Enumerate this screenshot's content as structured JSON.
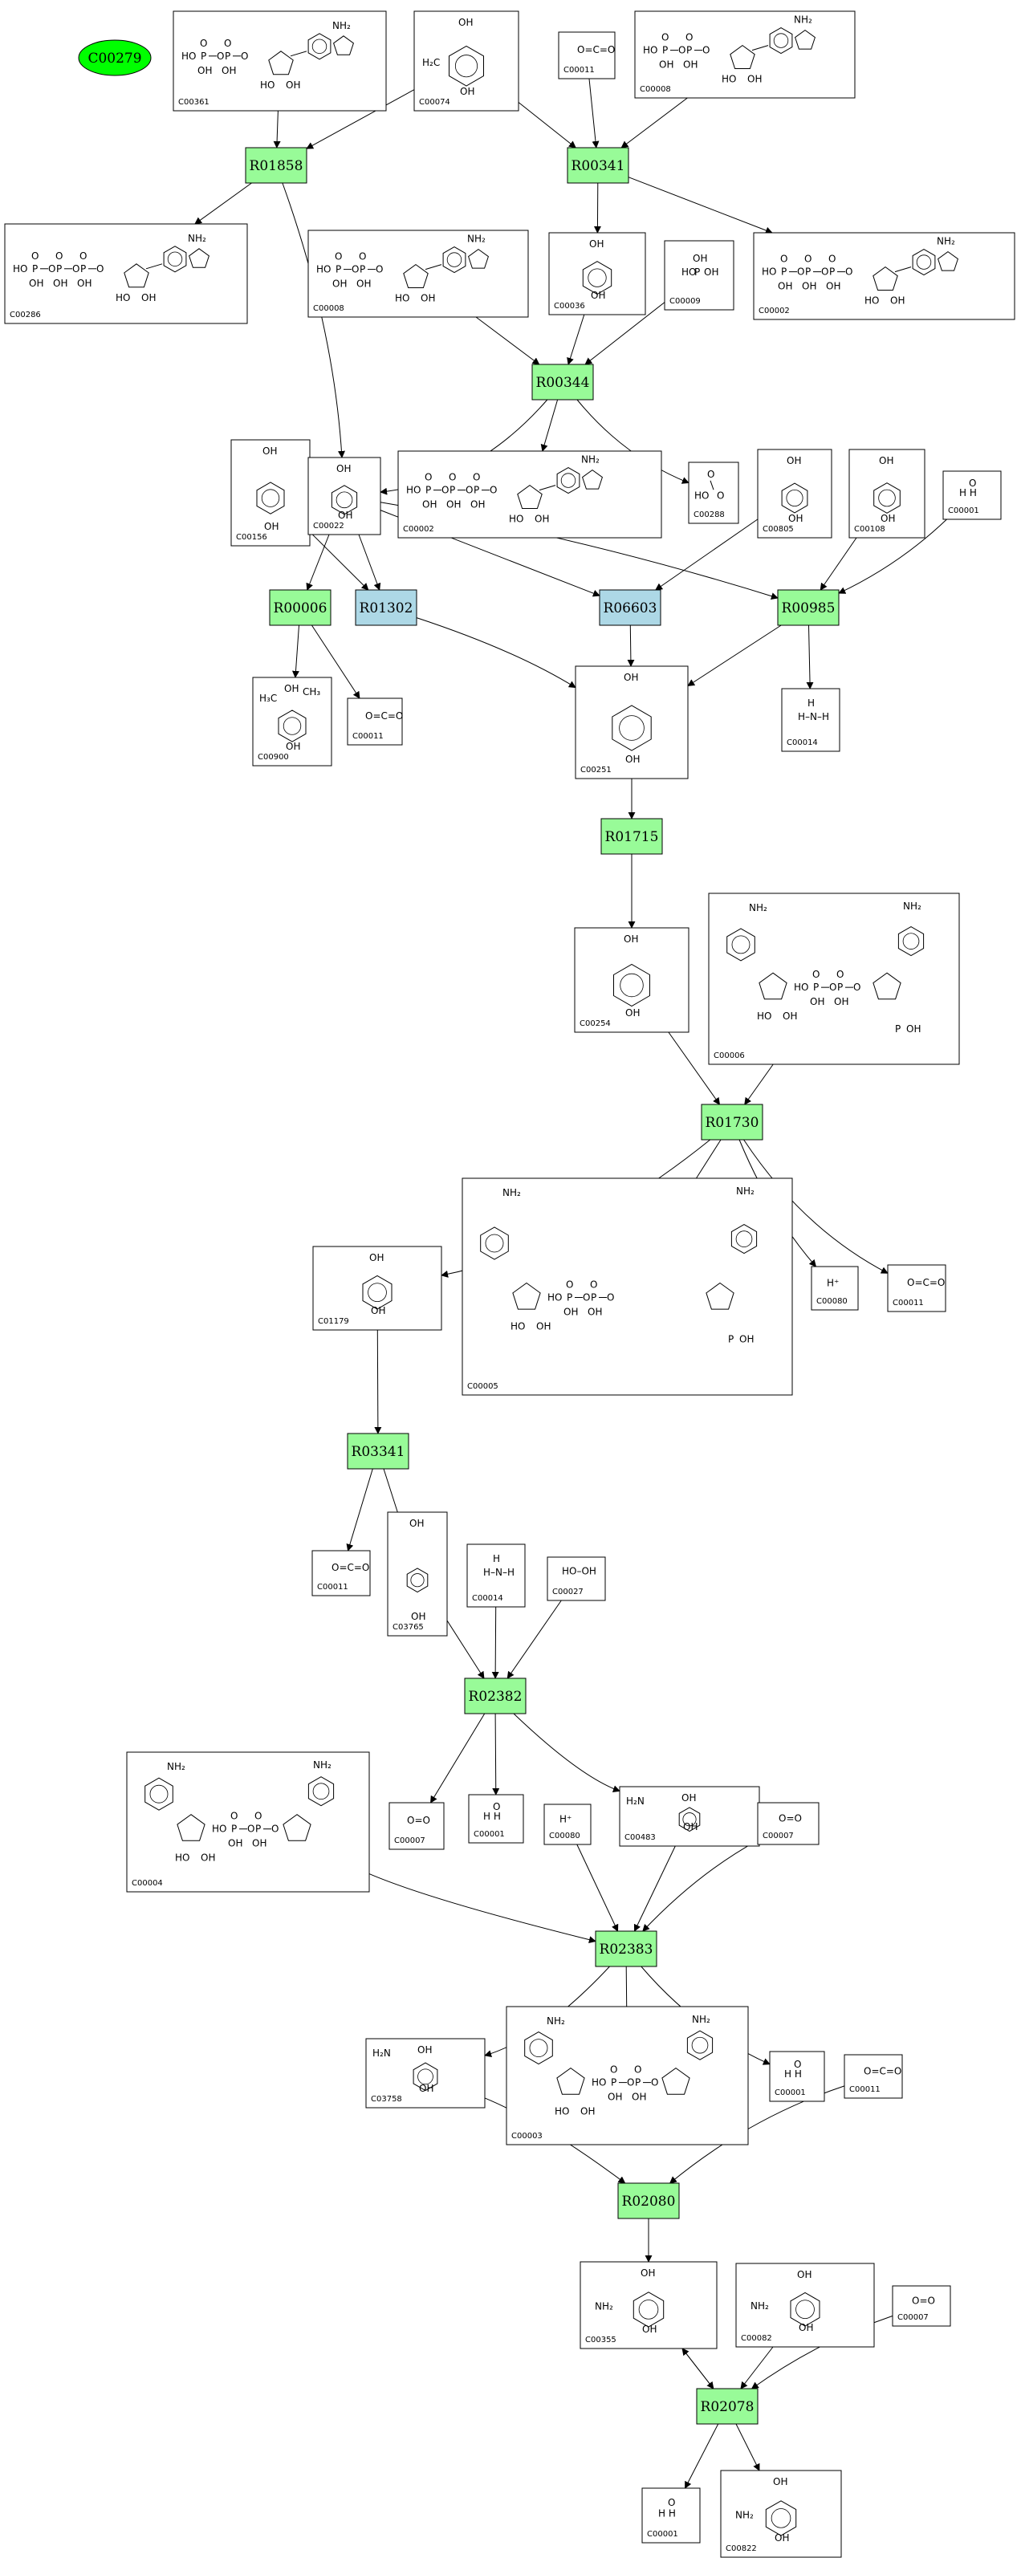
{
  "diagram": {
    "start_compound": "C00279",
    "colors": {
      "start": "#00ff00",
      "reaction": "#98fb98",
      "alt_reaction": "#add8e6",
      "stroke": "#000000",
      "box": "#ffffff"
    },
    "reactions": [
      {
        "id": "r01858",
        "label": "R01858",
        "kind": "reaction"
      },
      {
        "id": "r00341",
        "label": "R00341",
        "kind": "reaction"
      },
      {
        "id": "r00344",
        "label": "R00344",
        "kind": "reaction"
      },
      {
        "id": "r00006",
        "label": "R00006",
        "kind": "reaction"
      },
      {
        "id": "r01302",
        "label": "R01302",
        "kind": "alt_reaction"
      },
      {
        "id": "r06603",
        "label": "R06603",
        "kind": "alt_reaction"
      },
      {
        "id": "r00985",
        "label": "R00985",
        "kind": "reaction"
      },
      {
        "id": "r01715",
        "label": "R01715",
        "kind": "reaction"
      },
      {
        "id": "r01730",
        "label": "R01730",
        "kind": "reaction"
      },
      {
        "id": "r03341",
        "label": "R03341",
        "kind": "reaction"
      },
      {
        "id": "r02382",
        "label": "R02382",
        "kind": "reaction"
      },
      {
        "id": "r02383",
        "label": "R02383",
        "kind": "reaction"
      },
      {
        "id": "r02080",
        "label": "R02080",
        "kind": "reaction"
      },
      {
        "id": "r02078",
        "label": "R02078",
        "kind": "reaction"
      }
    ],
    "compounds": [
      {
        "id": "c00361a",
        "label": "C00361",
        "structure": "nucleotide diphosphate"
      },
      {
        "id": "c00074",
        "label": "C00074",
        "structure": "enolpyruvate phosphate"
      },
      {
        "id": "c00011a",
        "label": "C00011",
        "structure": "O=C=O"
      },
      {
        "id": "c00008a",
        "label": "C00008",
        "structure": "nucleotide diphosphate"
      },
      {
        "id": "c00286",
        "label": "C00286",
        "structure": "nucleotide triphosphate"
      },
      {
        "id": "c00008b",
        "label": "C00008",
        "structure": "nucleotide diphosphate"
      },
      {
        "id": "c00036",
        "label": "C00036",
        "structure": "oxaloacetate"
      },
      {
        "id": "c00009",
        "label": "C00009",
        "structure": "phosphate"
      },
      {
        "id": "c00002a",
        "label": "C00002",
        "structure": "nucleotide triphosphate"
      },
      {
        "id": "c00156",
        "label": "C00156",
        "structure": "hydroxybenzoate"
      },
      {
        "id": "c00022",
        "label": "C00022",
        "structure": "pyruvate"
      },
      {
        "id": "c00002b",
        "label": "C00002",
        "structure": "nucleotide triphosphate"
      },
      {
        "id": "c00288",
        "label": "C00288",
        "structure": "bicarbonate"
      },
      {
        "id": "c00805",
        "label": "C00805",
        "structure": "salicylate"
      },
      {
        "id": "c00108",
        "label": "C00108",
        "structure": "anthranilate"
      },
      {
        "id": "c00001a",
        "label": "C00001",
        "structure": "water"
      },
      {
        "id": "c00900",
        "label": "C00900",
        "structure": "acetolactate"
      },
      {
        "id": "c00011b",
        "label": "C00011",
        "structure": "O=C=O"
      },
      {
        "id": "c00251",
        "label": "C00251",
        "structure": "chorismate"
      },
      {
        "id": "c00014a",
        "label": "C00014",
        "structure": "ammonia"
      },
      {
        "id": "c00254",
        "label": "C00254",
        "structure": "prephenate"
      },
      {
        "id": "c00006",
        "label": "C00006",
        "structure": "dinucleotide phosphate"
      },
      {
        "id": "c01179",
        "label": "C01179",
        "structure": "hydroxyphenylpyruvate"
      },
      {
        "id": "c00005",
        "label": "C00005",
        "structure": "dinucleotide phosphate"
      },
      {
        "id": "c00080a",
        "label": "C00080",
        "structure": "H+"
      },
      {
        "id": "c00011c",
        "label": "C00011",
        "structure": "O=C=O"
      },
      {
        "id": "c00011d",
        "label": "C00011",
        "structure": "O=C=O"
      },
      {
        "id": "c03765",
        "label": "C03765",
        "structure": "hydroxyphenylacetaldehyde"
      },
      {
        "id": "c00014b",
        "label": "C00014",
        "structure": "ammonia"
      },
      {
        "id": "c00027",
        "label": "C00027",
        "structure": "HO-OH"
      },
      {
        "id": "c00004",
        "label": "C00004",
        "structure": "dinucleotide"
      },
      {
        "id": "c00007a",
        "label": "C00007",
        "structure": "O=O"
      },
      {
        "id": "c00001b",
        "label": "C00001",
        "structure": "water"
      },
      {
        "id": "c00080b",
        "label": "C00080",
        "structure": "H+"
      },
      {
        "id": "c00483",
        "label": "C00483",
        "structure": "tyramine"
      },
      {
        "id": "c00007b",
        "label": "C00007",
        "structure": "O=O"
      },
      {
        "id": "c03758",
        "label": "C03758",
        "structure": "dopamine"
      },
      {
        "id": "c00003",
        "label": "C00003",
        "structure": "dinucleotide"
      },
      {
        "id": "c00001c",
        "label": "C00001",
        "structure": "water"
      },
      {
        "id": "c00011e",
        "label": "C00011",
        "structure": "O=C=O"
      },
      {
        "id": "c00355",
        "label": "C00355",
        "structure": "dihydroxyphenylalanine"
      },
      {
        "id": "c00082",
        "label": "C00082",
        "structure": "tyrosine"
      },
      {
        "id": "c00007c",
        "label": "C00007",
        "structure": "O=O"
      },
      {
        "id": "c00001d",
        "label": "C00001",
        "structure": "water"
      },
      {
        "id": "c00822",
        "label": "C00822",
        "structure": "dopaquinone"
      }
    ],
    "structure_text": {
      "co2": "O=C=O",
      "o2": "O=O",
      "hplus": "H⁺",
      "h2o2": "HO–OH",
      "water": "H  H",
      "water_o": "O",
      "ammonia": "H–N–H",
      "ammonia_h": "H",
      "phosphate_oh": "OH",
      "p": "P",
      "o": "O",
      "oh": "OH",
      "ho": "HO",
      "nh2": "NH₂",
      "n": "N",
      "ch3": "CH₃",
      "h3c": "H₃C",
      "h2c": "H₂C",
      "h2n": "H₂N"
    }
  }
}
